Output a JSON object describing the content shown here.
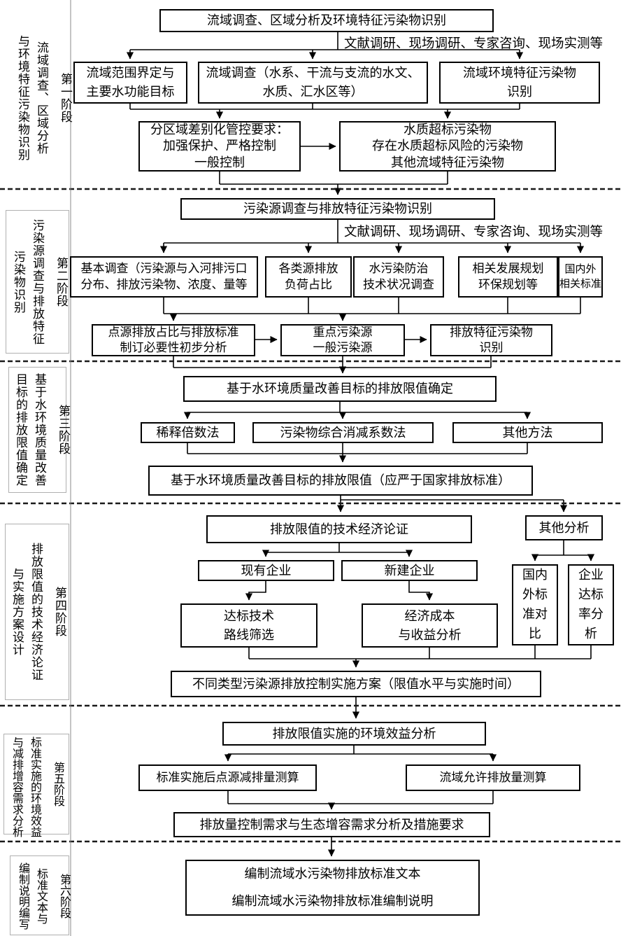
{
  "page": {
    "background": "#ffffff",
    "line_color": "#000000",
    "separator_color": "#1a1a1a"
  },
  "sidebar": {
    "stages": [
      {
        "phase": "第一阶段",
        "title_lines": [
          "流域调查、区域分析",
          "与环境特征污染物识别"
        ]
      },
      {
        "phase": "第二阶段",
        "title_lines": [
          "污染源调查与排放特征",
          "污染物识别"
        ]
      },
      {
        "phase": "第三阶段",
        "title_lines": [
          "基于水环境质量改善",
          "目标的排放限值确定"
        ]
      },
      {
        "phase": "第四阶段",
        "title_lines": [
          "排放限值的技术经济论证",
          "与实施方案设计"
        ]
      },
      {
        "phase": "第五阶段",
        "title_lines": [
          "标准实施的环境效益",
          "与减排增容需求分析"
        ]
      },
      {
        "phase": "第六阶段",
        "title_lines": [
          "标准文本与",
          "编制说明编写"
        ]
      }
    ]
  },
  "annotations": {
    "stage1_methods": "文献调研、现场调研、专家咨询、现场实测等",
    "stage2_methods": "文献调研、现场调研、专家咨询、现场实测等"
  },
  "nodes": {
    "s1_main": {
      "lines": [
        "流域调查、区域分析及环境特征污染物识别"
      ]
    },
    "s1_scope": {
      "lines": [
        "流域范围界定与",
        "主要水功能目标"
      ]
    },
    "s1_survey": {
      "lines": [
        "流域调查（水系、干流与支流的水文、",
        "水质、汇水区等）"
      ]
    },
    "s1_pollutant_id": {
      "lines": [
        "流域环境特征污染物",
        "识别"
      ]
    },
    "s1_zoning": {
      "lines": [
        "分区域差别化管控要求：",
        "加强保护、严格控制",
        "一般控制"
      ]
    },
    "s1_exceed": {
      "lines": [
        "水质超标污染物",
        "存在水质超标风险的污染物",
        "其他流域特征污染物"
      ]
    },
    "s2_main": {
      "lines": [
        "污染源调查与排放特征污染物识别"
      ]
    },
    "s2_basic": {
      "lines": [
        "基本调查（污染源与入河排污口",
        "分布、排放污染物、浓度、量等"
      ]
    },
    "s2_load": {
      "lines": [
        "各类源排放",
        "负荷占比"
      ]
    },
    "s2_tech": {
      "lines": [
        "水污染防治",
        "技术状况调查"
      ]
    },
    "s2_plan": {
      "lines": [
        "相关发展规划",
        "环保规划等"
      ]
    },
    "s2_standard": {
      "lines": [
        "国内外",
        "相关标准"
      ]
    },
    "s2_point": {
      "lines": [
        "点源排放占比与排放标准",
        "制订必要性初步分析"
      ]
    },
    "s2_key": {
      "lines": [
        "重点污染源",
        "一般污染源"
      ]
    },
    "s2_emission_id": {
      "lines": [
        "排放特征污染物",
        "识别"
      ]
    },
    "s3_main": {
      "lines": [
        "基于水环境质量改善目标的排放限值确定"
      ]
    },
    "s3_dilution": {
      "lines": [
        "稀释倍数法"
      ]
    },
    "s3_coeff": {
      "lines": [
        "污染物综合消减系数法"
      ]
    },
    "s3_other": {
      "lines": [
        "其他方法"
      ]
    },
    "s3_limit": {
      "lines": [
        "基于水环境质量改善目标的排放限值（应严于国家排放标准）"
      ]
    },
    "s4_main": {
      "lines": [
        "排放限值的技术经济论证"
      ]
    },
    "s4_other": {
      "lines": [
        "其他分析"
      ]
    },
    "s4_existing": {
      "lines": [
        "现有企业"
      ]
    },
    "s4_new": {
      "lines": [
        "新建企业"
      ]
    },
    "s4_route": {
      "lines": [
        "达标技术",
        "路线筛选"
      ]
    },
    "s4_cost": {
      "lines": [
        "经济成本",
        "与收益分析"
      ]
    },
    "s4_intl": {
      "lines": [
        "国内",
        "外标",
        "准对",
        "比"
      ]
    },
    "s4_rate": {
      "lines": [
        "企业",
        "达标",
        "率分",
        "析"
      ]
    },
    "s4_scheme": {
      "lines": [
        "不同类型污染源排放控制实施方案（限值水平与实施时间）"
      ]
    },
    "s5_main": {
      "lines": [
        "排放限值实施的环境效益分析"
      ]
    },
    "s5_reduction": {
      "lines": [
        "标准实施后点源减排量测算"
      ]
    },
    "s5_allow": {
      "lines": [
        "流域允许排放量测算"
      ]
    },
    "s5_demand": {
      "lines": [
        "排放量控制需求与生态增容需求分析及措施要求"
      ]
    },
    "s6_doc": {
      "lines": [
        "编制流域水污染物排放标准文本",
        "编制流域水污染物排放标准编制说明"
      ]
    }
  }
}
